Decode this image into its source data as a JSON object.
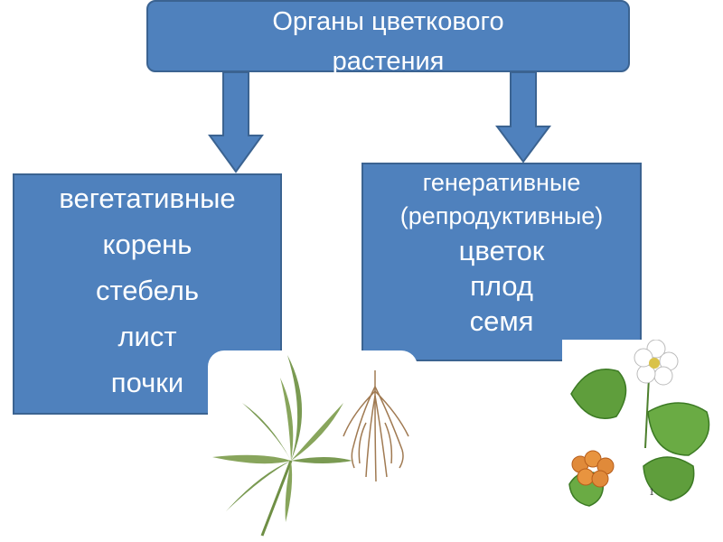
{
  "title": {
    "line1": "Органы цветкового",
    "line2": "растения"
  },
  "vegetative": {
    "heading": "вегетативные",
    "items": [
      "корень",
      "стебель",
      "лист",
      "почки"
    ]
  },
  "generative": {
    "heading_line1": "генеративные",
    "heading_line2": "(репродуктивные)",
    "items": [
      "цветок",
      "плод",
      "семя"
    ]
  },
  "colors": {
    "box_fill": "#4f81bd",
    "box_border": "#3b6391",
    "text": "#ffffff"
  },
  "illustration_caption": "1"
}
